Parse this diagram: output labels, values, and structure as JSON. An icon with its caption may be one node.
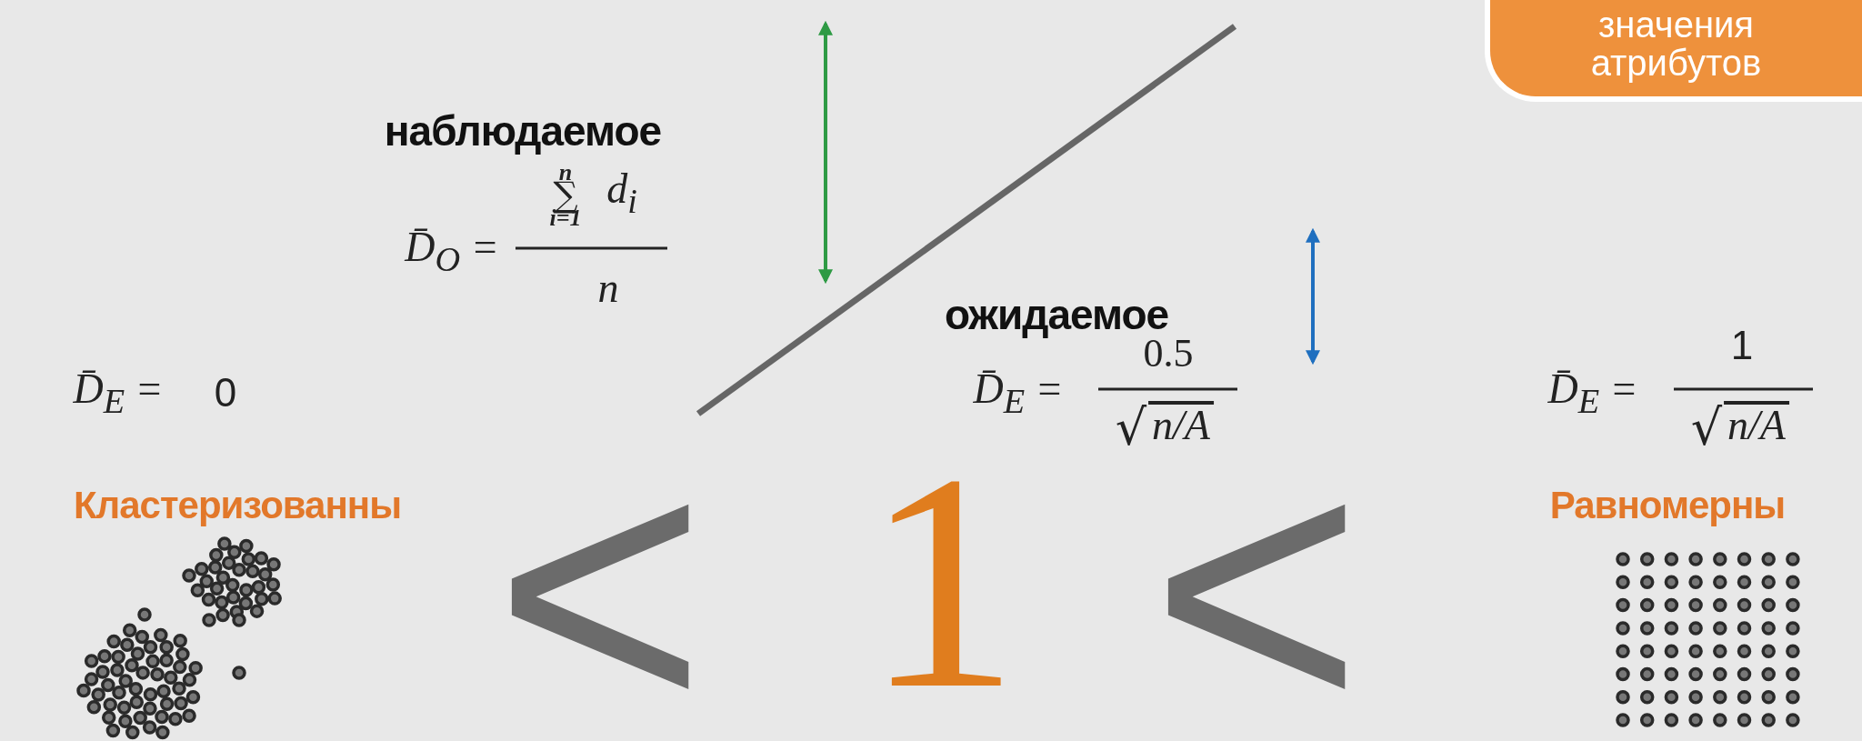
{
  "diagram": {
    "nodes": [
      {
        "text": [
          "значения атрибутов"
        ]
      }
    ],
    "labels": [
      "наблюдаемое",
      "n",
      "∑",
      "d$_{i}$",
      "i=1",
      "D̄$_{O}$ =",
      "n",
      "ожидаемое",
      "0.5",
      "1",
      "D̄$_{E}$ =",
      "0",
      "D̄$_{E}$ =",
      "D̄$_{E}$ =",
      "√",
      "n/A",
      "√",
      "n/A",
      "Кластеризованны",
      "Равномерны",
      "<",
      "1",
      "<"
    ]
  }
}
